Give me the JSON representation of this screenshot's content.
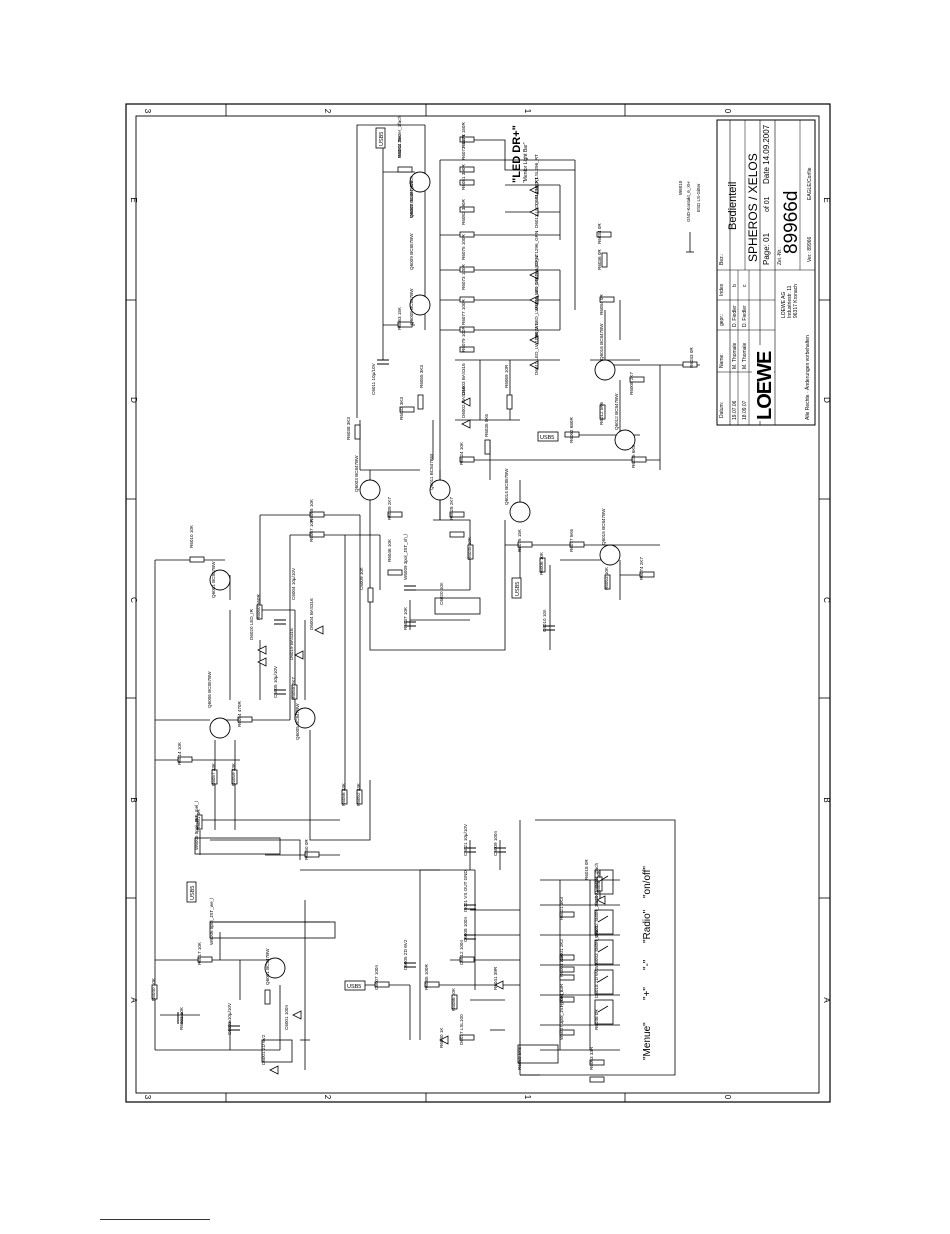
{
  "frame": {
    "col_labels": [
      "3",
      "2",
      "1",
      "0"
    ],
    "row_labels": [
      "A",
      "B",
      "C",
      "D",
      "E"
    ]
  },
  "title_block": {
    "bez_label": "Bez.:",
    "bez": "Bedienteil",
    "product": "SPHEROS / XELOS",
    "page_label": "Page: 01",
    "of_label": "of 01",
    "date_label": "Date 14.09.2007",
    "zeichnr_label": "Zei.-Nr.:",
    "drawing_number": "89966d",
    "index_label": "Index",
    "gepr_label": "gepr.:",
    "name_label": "Name:",
    "datum_label": "Datum:",
    "names": [
      "M. Thomale",
      "M. Thomale",
      "D. Fiedler",
      "D. Fiedler"
    ],
    "dates": [
      "19.07.06",
      "18.09.07"
    ],
    "index_values": [
      "b",
      "c"
    ],
    "logo": "LOEWE",
    "company_lines": [
      "LOEWE AG",
      "Industriestr. 11",
      "96317 Kronach"
    ],
    "rights": "Alle Rechte · Änderungen vorbehalten",
    "ver_label": "Ver.: 89966",
    "software": "EAGLE/Corflie"
  },
  "header": {
    "title": "\"LED DR+\"",
    "subtitle": "\"Mentor Light Bar\"",
    "esd_labels": [
      "GND-Kontakt_6_XH",
      "ESD LS-Gitter",
      "W6010"
    ]
  },
  "key_labels": [
    "\"Menue\"",
    "\"+\"",
    "\"-\"",
    "\"Radio\"",
    "\"on/off\""
  ],
  "nets": [
    "USB5",
    "USB5",
    "USB5",
    "USB5",
    "USB5"
  ],
  "components": [
    {
      "ref": "R6042",
      "val": "15K"
    },
    {
      "ref": "Q6007",
      "val": "BC857BW"
    },
    {
      "ref": "R6071",
      "val": "150R"
    },
    {
      "ref": "R6072",
      "val": "150R"
    },
    {
      "ref": "R6081",
      "val": "390R"
    },
    {
      "ref": "R6082",
      "val": "390R"
    },
    {
      "ref": "D6014",
      "val": "LED_LSL296_RT"
    },
    {
      "ref": "D6013",
      "val": "LED_LSL296_RT"
    },
    {
      "ref": "R6034",
      "val": "0R"
    },
    {
      "ref": "Q6009",
      "val": "BC857BW"
    },
    {
      "ref": "R6075",
      "val": "100R"
    },
    {
      "ref": "R6073",
      "val": "100R"
    },
    {
      "ref": "D6016",
      "val": "LED_LT1296_GRN"
    },
    {
      "ref": "D6015",
      "val": "LED_LT1296_GRN"
    },
    {
      "ref": "R6036",
      "val": "0R"
    },
    {
      "ref": "R6063",
      "val": "15K"
    },
    {
      "ref": "Q6008",
      "val": "BC857BW"
    },
    {
      "ref": "R6084",
      "val": "0R"
    },
    {
      "ref": "R6077",
      "val": "100R"
    },
    {
      "ref": "R6079",
      "val": "100R"
    },
    {
      "ref": "D6012",
      "val": "LED_LW1296_WS"
    },
    {
      "ref": "D6011",
      "val": "LED_LW1296_WS"
    },
    {
      "ref": "Q6016",
      "val": "BC847BW"
    },
    {
      "ref": "R6033",
      "val": "0R"
    },
    {
      "ref": "C6011",
      "val": "10µ/10V"
    },
    {
      "ref": "D6003",
      "val": "BAS316"
    },
    {
      "ref": "D6002",
      "val": "BAS316"
    },
    {
      "ref": "R6055",
      "val": "3K3"
    },
    {
      "ref": "R6069",
      "val": "10R"
    },
    {
      "ref": "R6038",
      "val": "3K3"
    },
    {
      "ref": "R6032",
      "val": "3K3"
    },
    {
      "ref": "R6035",
      "val": "8K6"
    },
    {
      "ref": "R6012",
      "val": "5K6"
    },
    {
      "ref": "R6008",
      "val": "2K7"
    },
    {
      "ref": "Q6012",
      "val": "BC847BW"
    },
    {
      "ref": "R6062",
      "val": "680R"
    },
    {
      "ref": "R6024",
      "val": "10K"
    },
    {
      "ref": "R6025",
      "val": "6K8"
    },
    {
      "ref": "Q6003",
      "val": "BC847BW"
    },
    {
      "ref": "Q6011",
      "val": "BC847BW"
    },
    {
      "ref": "Q6014",
      "val": "BC857BW"
    },
    {
      "ref": "R6068",
      "val": "10K"
    },
    {
      "ref": "R6039",
      "val": "2K7"
    },
    {
      "ref": "R6028",
      "val": "2K7"
    },
    {
      "ref": "R6067",
      "val": "10K"
    },
    {
      "ref": "R6076",
      "val": "15K"
    },
    {
      "ref": "R6077",
      "val": "5K6"
    },
    {
      "ref": "Q6015",
      "val": "BC847BW"
    },
    {
      "ref": "R6074",
      "val": "2K7"
    },
    {
      "ref": "R6053",
      "val": "10K"
    },
    {
      "ref": "R6006",
      "val": "10K"
    },
    {
      "ref": "R6046",
      "val": "10K"
    },
    {
      "ref": "R6045",
      "val": "10K"
    },
    {
      "ref": "C6009",
      "val": "10n"
    },
    {
      "ref": "W6009",
      "val": "3pol_JST_sh_l"
    },
    {
      "ref": "C6020",
      "val": "10n"
    },
    {
      "ref": "R6037",
      "val": "10K"
    },
    {
      "ref": "C6010",
      "val": "10n"
    },
    {
      "ref": "R6010",
      "val": "10K"
    },
    {
      "ref": "Q6001",
      "val": "BC857BW"
    },
    {
      "ref": "R6060",
      "val": "560R"
    },
    {
      "ref": "C6004",
      "val": "10µ/10V"
    },
    {
      "ref": "D6004",
      "val": "BAS316"
    },
    {
      "ref": "D6020",
      "val": "LED_IR"
    },
    {
      "ref": "D6019",
      "val": "BAS316"
    },
    {
      "ref": "C6005",
      "val": "10µ/10V"
    },
    {
      "ref": "R6058",
      "val": "2K7"
    },
    {
      "ref": "Q6006",
      "val": "BC857BW"
    },
    {
      "ref": "R6054",
      "val": "470R"
    },
    {
      "ref": "Q6005",
      "val": "BC847BW"
    },
    {
      "ref": "R6014",
      "val": "10K"
    },
    {
      "ref": "R6057",
      "val": "33K"
    },
    {
      "ref": "R6059",
      "val": "33K"
    },
    {
      "ref": "R6056",
      "val": "33K"
    },
    {
      "ref": "R6052",
      "val": "33K"
    },
    {
      "ref": "R6061",
      "val": "0R"
    },
    {
      "ref": "W6005",
      "val": "8pol_JST_mel_l"
    },
    {
      "ref": "R6050",
      "val": "0R"
    },
    {
      "ref": "W6006",
      "val": "8pol_JST_we_l"
    },
    {
      "ref": "R6017",
      "val": "10K"
    },
    {
      "ref": "Q6001",
      "val": "BC847BW"
    },
    {
      "ref": "R6040",
      "val": "10K"
    },
    {
      "ref": "R6002",
      "val": "10K"
    },
    {
      "ref": "C6003",
      "val": "10µ/10V"
    },
    {
      "ref": "C6001",
      "val": "100n"
    },
    {
      "ref": "D6001",
      "val": "ZD 6V2"
    },
    {
      "ref": "IS001",
      "val": "VS OUT GND"
    },
    {
      "ref": "C6008",
      "val": "100n"
    },
    {
      "ref": "C6021",
      "val": "10µ/10V"
    },
    {
      "ref": "C6009",
      "val": "100n"
    },
    {
      "ref": "C6012",
      "val": "100n"
    },
    {
      "ref": "R6041",
      "val": "39R"
    },
    {
      "ref": "D6005",
      "val": "ZD 6V2"
    },
    {
      "ref": "C6007",
      "val": "100n"
    },
    {
      "ref": "R6085",
      "val": "100R"
    },
    {
      "ref": "R6086",
      "val": "10K"
    },
    {
      "ref": "R6030",
      "val": "1K"
    },
    {
      "ref": "D6017",
      "val": "LSL100"
    },
    {
      "ref": "R6059",
      "val": "5K6"
    },
    {
      "ref": "W6007",
      "val": "3pol_JST_mel_l"
    },
    {
      "ref": "R6063",
      "val": "33R"
    },
    {
      "ref": "R6064",
      "val": "33R"
    },
    {
      "ref": "R6003",
      "val": "33K"
    },
    {
      "ref": "R6001",
      "val": "2K2"
    },
    {
      "ref": "R6021",
      "val": "3K3"
    },
    {
      "ref": "R6047",
      "val": "10K"
    },
    {
      "ref": "R6018",
      "val": "0R"
    },
    {
      "ref": "R6048",
      "val": "0R"
    },
    {
      "ref": "D6018",
      "val": "ZD 6V2"
    },
    {
      "ref": "W6003",
      "val": "Taster_1fach"
    },
    {
      "ref": "W6002",
      "val": "Taster_1fach"
    },
    {
      "ref": "W6001",
      "val": "Taster_1fach"
    },
    {
      "ref": "W6004",
      "val": "Taster_1fach"
    },
    {
      "ref": "W6008",
      "val": "Taster_1fach"
    }
  ]
}
